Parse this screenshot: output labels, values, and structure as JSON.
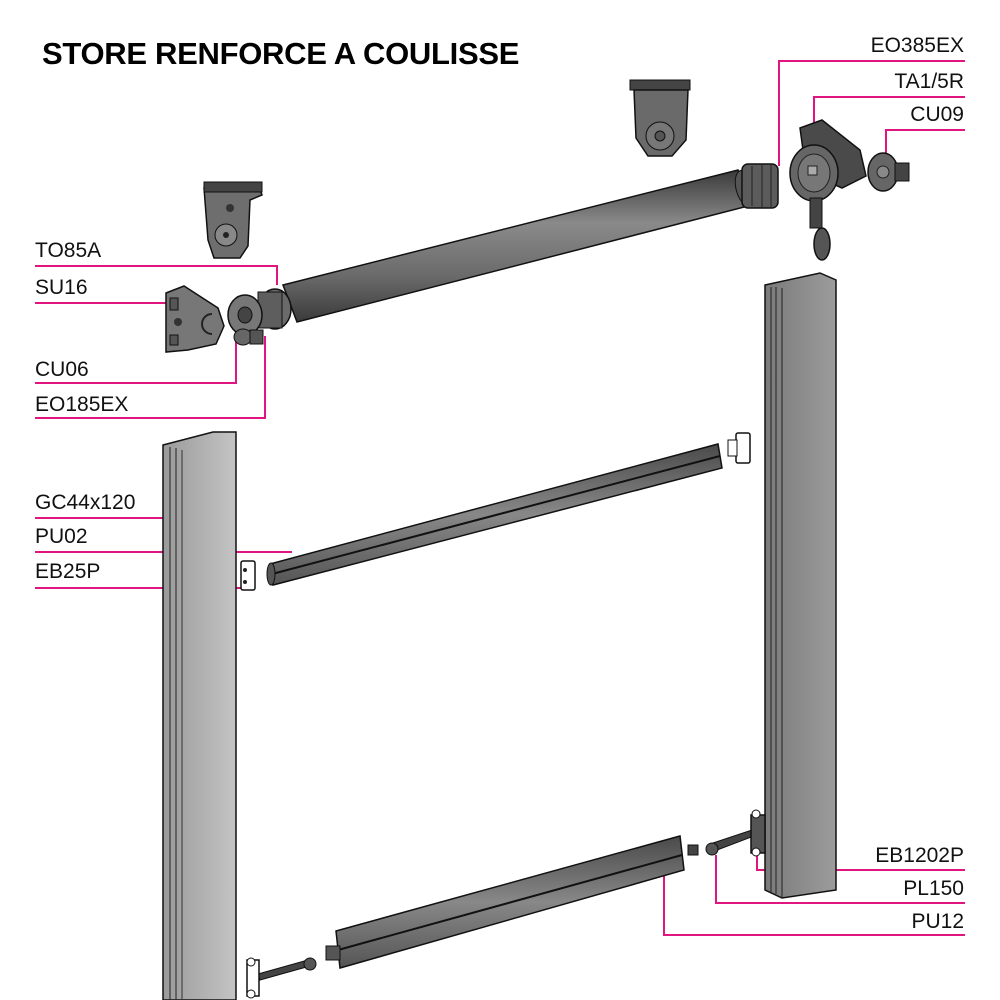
{
  "title": "STORE RENFORCE A COULISSE",
  "leader_color": "#e0157f",
  "labels_left": [
    {
      "id": "to85a",
      "text": "TO85A"
    },
    {
      "id": "su16",
      "text": "SU16"
    },
    {
      "id": "cu06",
      "text": "CU06"
    },
    {
      "id": "eo185ex",
      "text": "EO185EX"
    },
    {
      "id": "gc44x120",
      "text": "GC44x120"
    },
    {
      "id": "pu02",
      "text": "PU02"
    },
    {
      "id": "eb25p",
      "text": "EB25P"
    }
  ],
  "labels_right": [
    {
      "id": "eo385ex",
      "text": "EO385EX"
    },
    {
      "id": "ta1-5r",
      "text": "TA1/5R"
    },
    {
      "id": "cu09",
      "text": "CU09"
    },
    {
      "id": "eb1202p",
      "text": "EB1202P"
    },
    {
      "id": "pl150",
      "text": "PL150"
    },
    {
      "id": "pu12",
      "text": "PU12"
    }
  ]
}
